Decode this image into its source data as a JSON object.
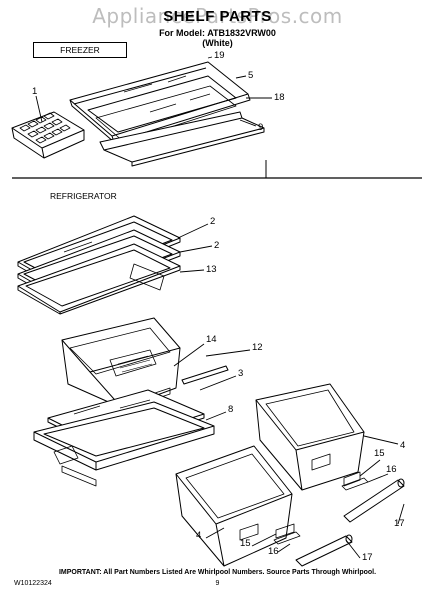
{
  "watermark": "AppliancePartsPros.com",
  "title": "SHELF PARTS",
  "model_line": "For Model: ATB1832VRW00",
  "color_line": "(White)",
  "sections": {
    "freezer": "FREEZER",
    "refrigerator": "REFRIGERATOR"
  },
  "callouts": [
    {
      "id": "19",
      "label": "19"
    },
    {
      "id": "5",
      "label": "5"
    },
    {
      "id": "18",
      "label": "18"
    },
    {
      "id": "1",
      "label": "1"
    },
    {
      "id": "9",
      "label": "9"
    },
    {
      "id": "2a",
      "label": "2"
    },
    {
      "id": "2b",
      "label": "2"
    },
    {
      "id": "13",
      "label": "13"
    },
    {
      "id": "14",
      "label": "14"
    },
    {
      "id": "12",
      "label": "12"
    },
    {
      "id": "3",
      "label": "3"
    },
    {
      "id": "8",
      "label": "8"
    },
    {
      "id": "4a",
      "label": "4"
    },
    {
      "id": "15a",
      "label": "15"
    },
    {
      "id": "16a",
      "label": "16"
    },
    {
      "id": "17a",
      "label": "17"
    },
    {
      "id": "4b",
      "label": "4"
    },
    {
      "id": "15b",
      "label": "15"
    },
    {
      "id": "16b",
      "label": "16"
    },
    {
      "id": "17b",
      "label": "17"
    }
  ],
  "footer": {
    "note": "IMPORTANT: All Part Numbers Listed Are Whirlpool Numbers. Source Parts Through Whirlpool.",
    "doc_code": "W10122324",
    "page": "9"
  }
}
